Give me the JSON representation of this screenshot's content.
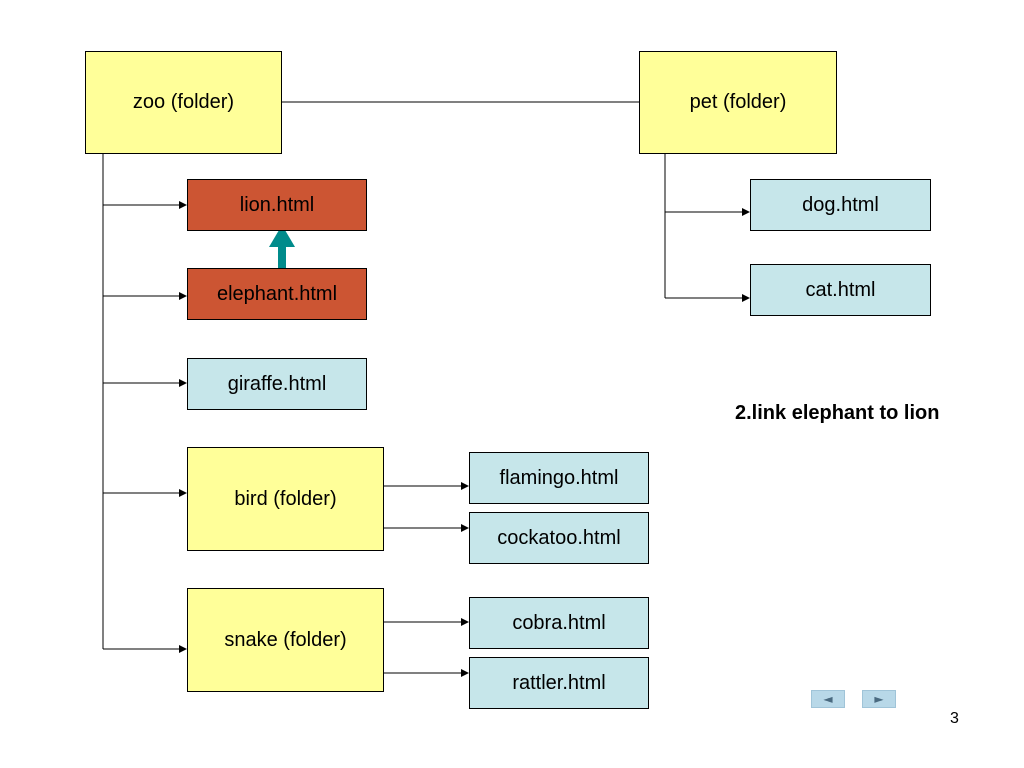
{
  "folders": {
    "zoo": "zoo (folder)",
    "pet": "pet (folder)",
    "bird": "bird (folder)",
    "snake": "snake (folder)"
  },
  "files": {
    "lion": "lion.html",
    "elephant": "elephant.html",
    "giraffe": "giraffe.html",
    "flamingo": "flamingo.html",
    "cockatoo": "cockatoo.html",
    "cobra": "cobra.html",
    "rattler": "rattler.html",
    "dog": "dog.html",
    "cat": "cat.html"
  },
  "caption": "2.link elephant to lion",
  "navigation": {
    "prev_icon": "◄",
    "next_icon": "►",
    "page_number": "3"
  },
  "colors": {
    "folder_fill": "#ffff99",
    "file_fill": "#c6e6ea",
    "highlight_fill": "#cc5533",
    "link_arrow": "#008b8b"
  }
}
